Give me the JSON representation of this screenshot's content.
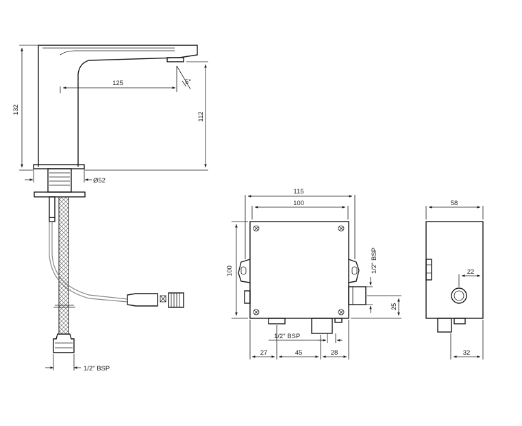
{
  "faucet": {
    "height_overall": "132",
    "spout_reach": "125",
    "spout_height": "112",
    "spout_angle": "5°",
    "base_diameter": "Ø52",
    "inlet_thread": "1/2\" BSP"
  },
  "control_box_front": {
    "overall_width": "115",
    "body_width": "100",
    "height": "100",
    "side_thread": "1/2\" BSP",
    "side_offset": "25",
    "bottom_thread": "1/2\" BSP",
    "bottom_dims": [
      "27",
      "45",
      "28"
    ]
  },
  "control_box_side": {
    "depth": "58",
    "port_offset": "22",
    "outlet_width": "32"
  }
}
